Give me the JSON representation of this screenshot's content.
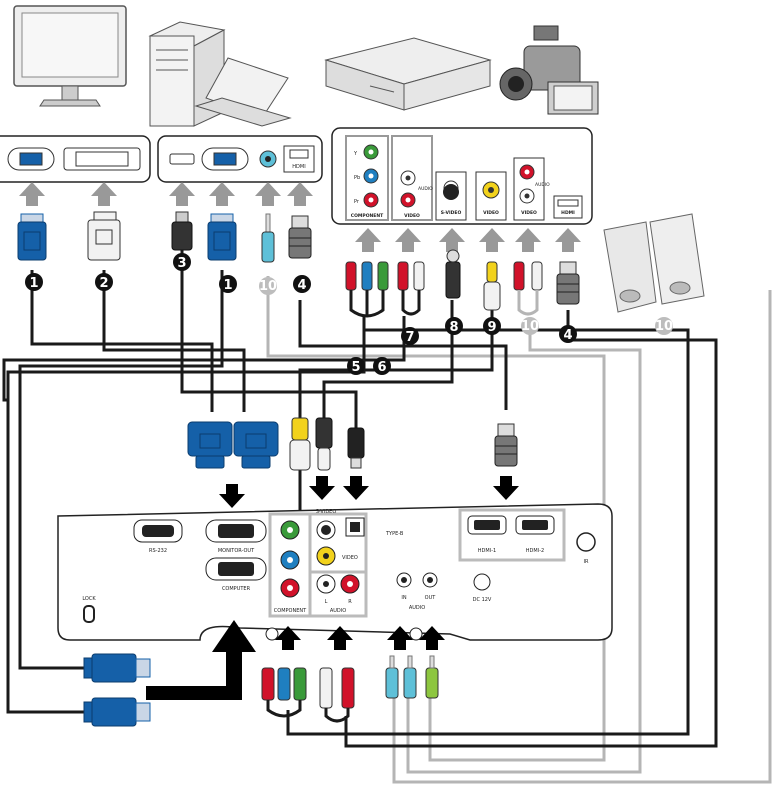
{
  "device_panels": {
    "av_ports": {
      "component_jacks": [
        "Y",
        "Pb",
        "Pr"
      ],
      "component_label": "COMPONENT",
      "audio_label": "AUDIO",
      "video_label": "VIDEO",
      "svideo_label": "S-VIDEO",
      "hdmi_label": "HDMI"
    },
    "pc_hdmi": "HDMI"
  },
  "projector": {
    "rs232": "RS-232",
    "monitor_out": "MONITOR-OUT",
    "computer": "COMPUTER",
    "lock": "LOCK",
    "svideo": "S-VIDEO",
    "video": "VIDEO",
    "usb": "TYPE-B",
    "hdmi1": "HDMI-1",
    "hdmi2": "HDMI-2",
    "ir": "IR",
    "component": "COMPONENT",
    "audio": "AUDIO",
    "audio_l": "L",
    "audio_r": "R",
    "audio_in": "IN",
    "audio_out": "OUT",
    "dc": "DC 12V"
  },
  "badges": {
    "b1a": "1",
    "b2": "2",
    "b3": "3",
    "b1b": "1",
    "b10a": "10",
    "b4a": "4",
    "b7": "7",
    "b8": "8",
    "b9": "9",
    "b10b": "10",
    "b4b": "4",
    "b10c": "10",
    "b5": "5",
    "b6": "6"
  },
  "colors": {
    "vga_blue": "#1560a8",
    "cable_dark": "#1a1a1a",
    "cable_light": "#b5b5b5",
    "arrow_gray": "#999999",
    "badge_dark": "#111111",
    "badge_light": "#bdbdbd",
    "rca_red": "#d1122a",
    "rca_green": "#3a9a3a",
    "rca_blue": "#1f7fc0",
    "rca_yellow": "#f2d21c",
    "jack_cyan": "#5ec0d8",
    "jack_lime": "#8dc63f"
  }
}
